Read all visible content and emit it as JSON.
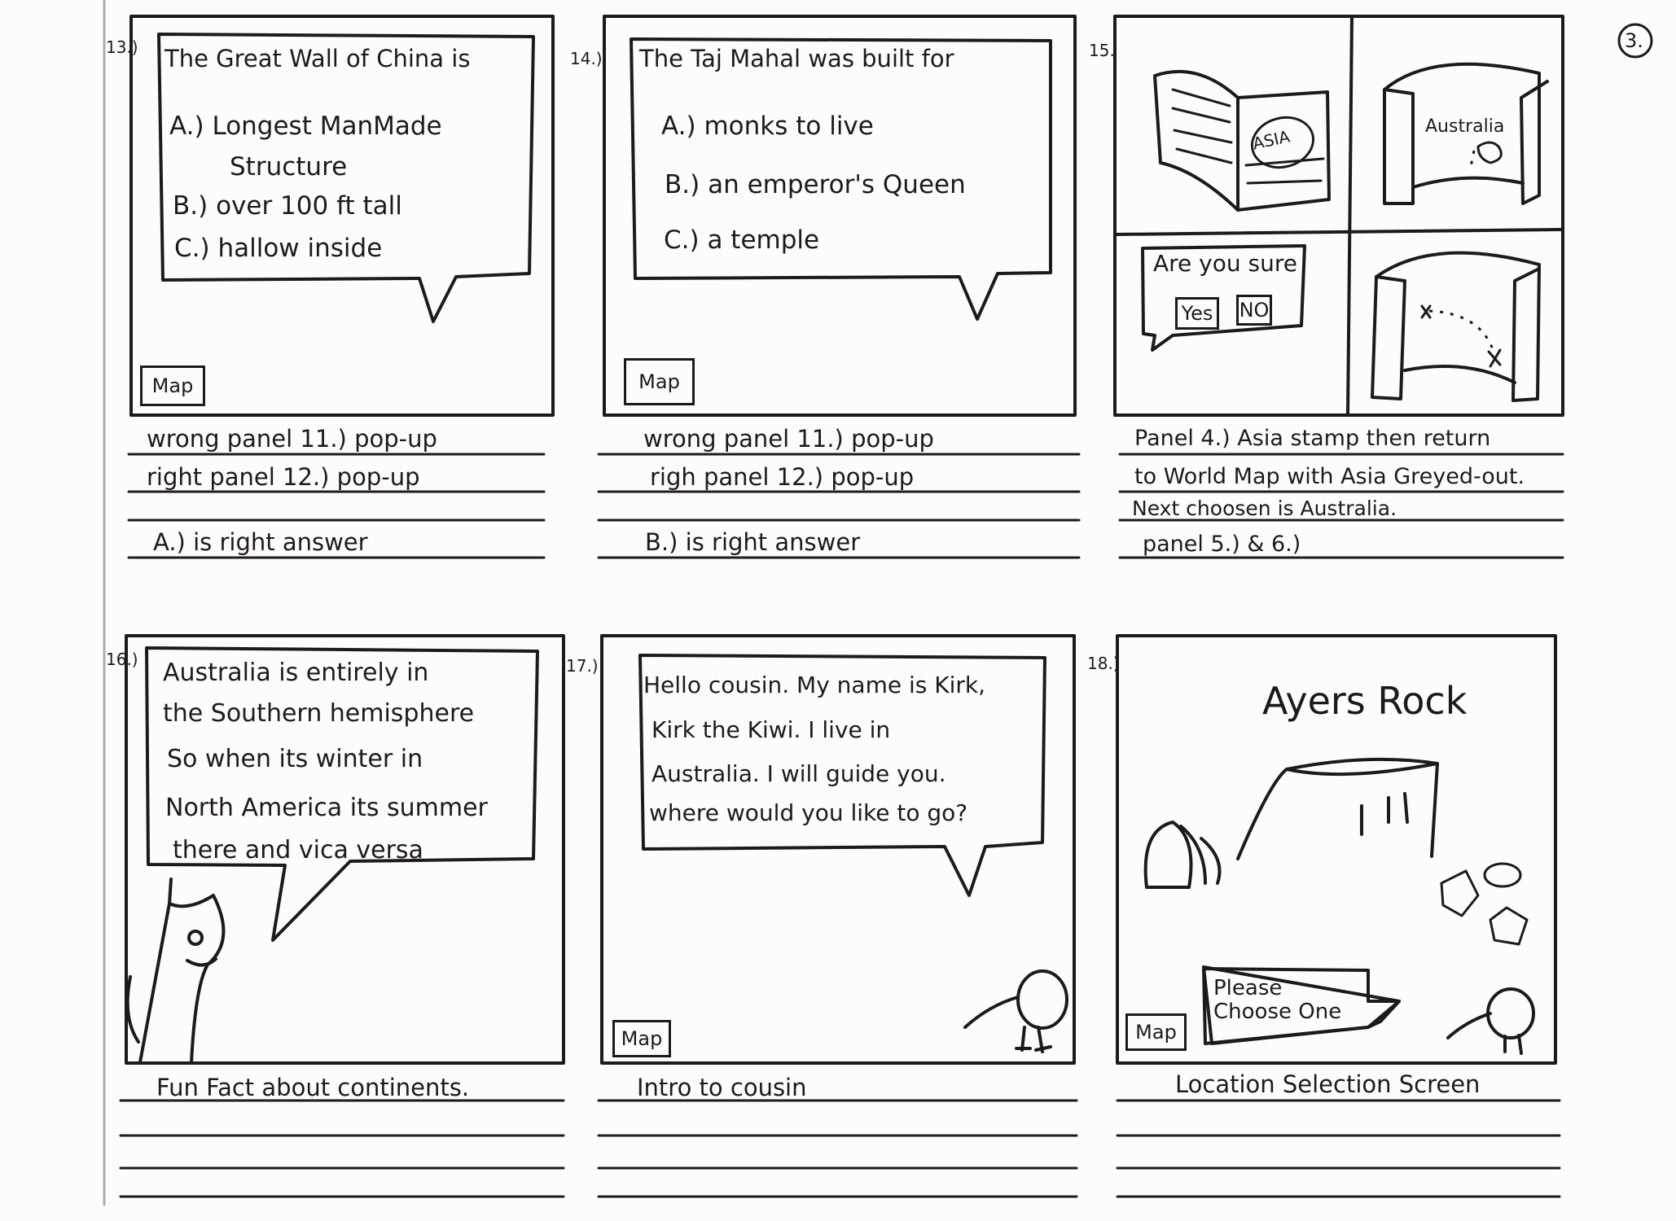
{
  "page_number": "3.",
  "panels": [
    {
      "number": "13.)",
      "bubble": {
        "title": "The Great Wall of China is",
        "options": [
          "A.) Longest ManMade",
          "Structure",
          "B.) over 100 ft tall",
          "C.) hallow inside"
        ]
      },
      "map_button": "Map",
      "notes": [
        "wrong panel 11.) pop-up",
        "right panel 12.) pop-up",
        "A.) is right answer"
      ]
    },
    {
      "number": "14.)",
      "bubble": {
        "title": "The Taj Mahal was built for",
        "options": [
          "A.) monks to live",
          "B.) an emperor's Queen",
          "C.) a temple"
        ]
      },
      "map_button": "Map",
      "notes": [
        "wrong panel 11.) pop-up",
        "righ panel 12.) pop-up",
        "B.) is right answer"
      ]
    },
    {
      "number": "15.",
      "stamp_label": "ASIA",
      "map_label": "Australia",
      "dialog": {
        "question": "Are you sure",
        "yes": "Yes",
        "no": "NO"
      },
      "notes": [
        "Panel 4.) Asia stamp then return",
        "to World Map with Asia Greyed-out.",
        "Next choosen is Australia.",
        "panel 5.) & 6.)"
      ]
    },
    {
      "number": "16.)",
      "bubble": {
        "lines": [
          "Australia is entirely in",
          "the Southern hemisphere",
          "So when its winter in",
          "North America its summer",
          "there and vica versa"
        ]
      },
      "notes": [
        "Fun Fact about continents."
      ]
    },
    {
      "number": "17.)",
      "bubble": {
        "lines": [
          "Hello cousin. My name is Kirk,",
          "Kirk the Kiwi. I live in",
          "Australia. I will guide you.",
          "where would you like to go?"
        ]
      },
      "map_button": "Map",
      "notes": [
        "Intro to cousin"
      ]
    },
    {
      "number": "18.)",
      "title": "Ayers Rock",
      "bubble": {
        "text": "Please Choose One"
      },
      "map_button": "Map",
      "notes": [
        "Location Selection Screen"
      ]
    }
  ]
}
